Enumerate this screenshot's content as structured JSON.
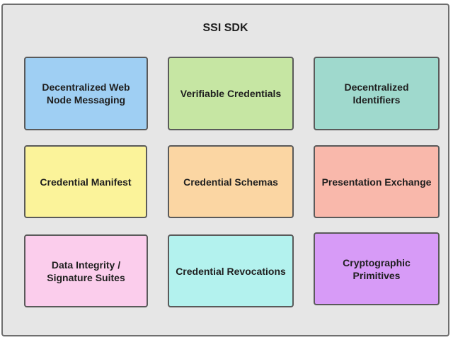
{
  "title": "SSI SDK",
  "modules": [
    {
      "label": "Decentralized Web\nNode Messaging",
      "color": "#9fcff3"
    },
    {
      "label": "Verifiable Credentials",
      "color": "#c6e6a3"
    },
    {
      "label": "Decentralized\nIdentifiers",
      "color": "#9fd9cd"
    },
    {
      "label": "Credential Manifest",
      "color": "#fbf39a"
    },
    {
      "label": "Credential Schemas",
      "color": "#fbd6a3"
    },
    {
      "label": "Presentation Exchange",
      "color": "#f9b8ab"
    },
    {
      "label": "Data Integrity /\nSignature Suites",
      "color": "#fbcdec"
    },
    {
      "label": "Credential Revocations",
      "color": "#b3f2ee"
    },
    {
      "label": "Cryptographic\nPrimitives",
      "color": "#d79bf7"
    }
  ]
}
